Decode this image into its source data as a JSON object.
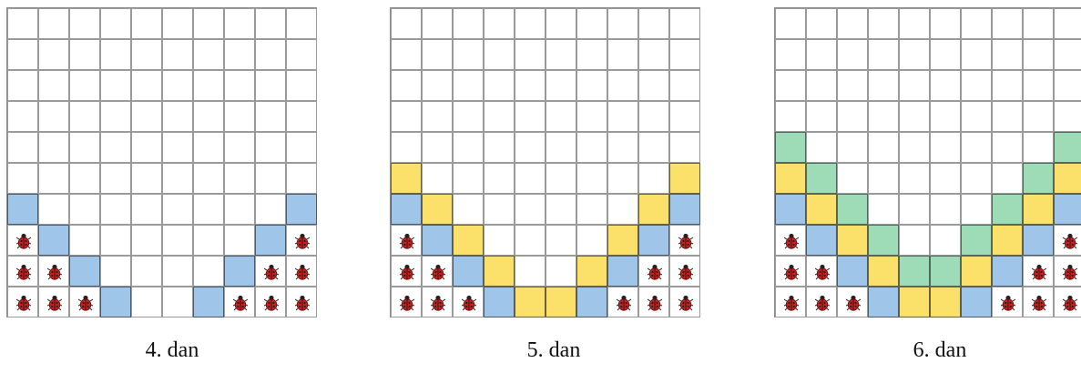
{
  "grid": {
    "rows": 10,
    "cols": 10
  },
  "colors": {
    "blue": "#9fc6e8",
    "yellow": "#fbe06a",
    "green": "#9edcb8",
    "ladybug": "#c8201e"
  },
  "panels": [
    {
      "caption": "4. dan",
      "ladybugs": [
        [
          7,
          0
        ],
        [
          8,
          0
        ],
        [
          8,
          1
        ],
        [
          9,
          0
        ],
        [
          9,
          1
        ],
        [
          9,
          2
        ],
        [
          7,
          9
        ],
        [
          8,
          8
        ],
        [
          8,
          9
        ],
        [
          9,
          7
        ],
        [
          9,
          8
        ],
        [
          9,
          9
        ]
      ],
      "blue": [
        [
          6,
          0
        ],
        [
          7,
          1
        ],
        [
          8,
          2
        ],
        [
          9,
          3
        ],
        [
          9,
          6
        ],
        [
          8,
          7
        ],
        [
          7,
          8
        ],
        [
          6,
          9
        ]
      ],
      "yellow": [],
      "green": []
    },
    {
      "caption": "5. dan",
      "ladybugs": [
        [
          7,
          0
        ],
        [
          8,
          0
        ],
        [
          8,
          1
        ],
        [
          9,
          0
        ],
        [
          9,
          1
        ],
        [
          9,
          2
        ],
        [
          7,
          9
        ],
        [
          8,
          8
        ],
        [
          8,
          9
        ],
        [
          9,
          7
        ],
        [
          9,
          8
        ],
        [
          9,
          9
        ]
      ],
      "blue": [
        [
          6,
          0
        ],
        [
          7,
          1
        ],
        [
          8,
          2
        ],
        [
          9,
          3
        ],
        [
          9,
          6
        ],
        [
          8,
          7
        ],
        [
          7,
          8
        ],
        [
          6,
          9
        ]
      ],
      "yellow": [
        [
          5,
          0
        ],
        [
          6,
          1
        ],
        [
          7,
          2
        ],
        [
          8,
          3
        ],
        [
          9,
          4
        ],
        [
          9,
          5
        ],
        [
          8,
          6
        ],
        [
          7,
          7
        ],
        [
          6,
          8
        ],
        [
          5,
          9
        ]
      ],
      "green": []
    },
    {
      "caption": "6. dan",
      "ladybugs": [
        [
          7,
          0
        ],
        [
          8,
          0
        ],
        [
          8,
          1
        ],
        [
          9,
          0
        ],
        [
          9,
          1
        ],
        [
          9,
          2
        ],
        [
          7,
          9
        ],
        [
          8,
          8
        ],
        [
          8,
          9
        ],
        [
          9,
          7
        ],
        [
          9,
          8
        ],
        [
          9,
          9
        ]
      ],
      "blue": [
        [
          6,
          0
        ],
        [
          7,
          1
        ],
        [
          8,
          2
        ],
        [
          9,
          3
        ],
        [
          9,
          6
        ],
        [
          8,
          7
        ],
        [
          7,
          8
        ],
        [
          6,
          9
        ]
      ],
      "yellow": [
        [
          5,
          0
        ],
        [
          6,
          1
        ],
        [
          7,
          2
        ],
        [
          8,
          3
        ],
        [
          9,
          4
        ],
        [
          9,
          5
        ],
        [
          8,
          6
        ],
        [
          7,
          7
        ],
        [
          6,
          8
        ],
        [
          5,
          9
        ]
      ],
      "green": [
        [
          4,
          0
        ],
        [
          5,
          1
        ],
        [
          6,
          2
        ],
        [
          7,
          3
        ],
        [
          8,
          4
        ],
        [
          8,
          5
        ],
        [
          7,
          6
        ],
        [
          6,
          7
        ],
        [
          5,
          8
        ],
        [
          4,
          9
        ]
      ]
    }
  ]
}
